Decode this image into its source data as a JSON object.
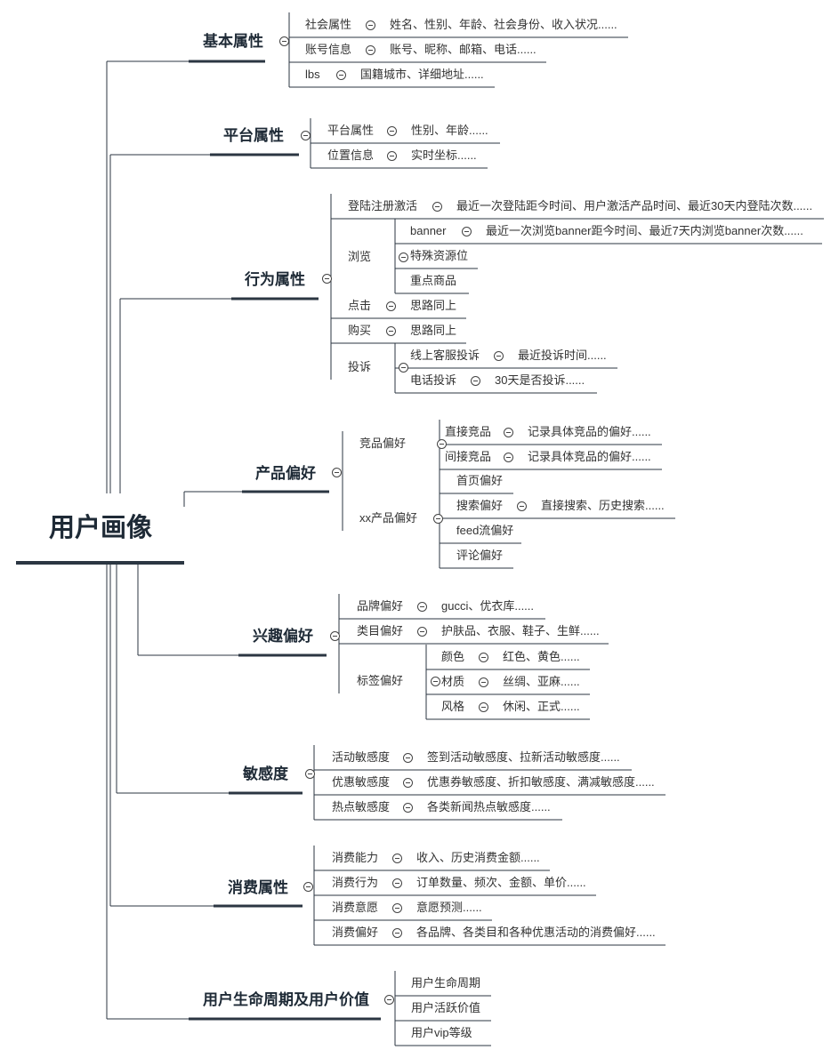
{
  "root": "用户画像",
  "categories": [
    {
      "label": "基本属性",
      "items": [
        {
          "label": "社会属性",
          "detail": "姓名、性别、年龄、社会身份、收入状况......"
        },
        {
          "label": "账号信息",
          "detail": "账号、昵称、邮箱、电话......"
        },
        {
          "label": "lbs",
          "detail": "国籍城市、详细地址......"
        }
      ]
    },
    {
      "label": "平台属性",
      "items": [
        {
          "label": "平台属性",
          "detail": "性别、年龄......"
        },
        {
          "label": "位置信息",
          "detail": "实时坐标......"
        }
      ]
    },
    {
      "label": "行为属性",
      "items": [
        {
          "label": "登陆注册激活",
          "detail": "最近一次登陆距今时间、用户激活产品时间、最近30天内登陆次数......"
        },
        {
          "label": "浏览",
          "children": [
            {
              "label": "banner",
              "detail": "最近一次浏览banner距今时间、最近7天内浏览banner次数......"
            },
            {
              "label": "特殊资源位"
            },
            {
              "label": "重点商品"
            }
          ]
        },
        {
          "label": "点击",
          "detail": "思路同上"
        },
        {
          "label": "购买",
          "detail": "思路同上"
        },
        {
          "label": "投诉",
          "children": [
            {
              "label": "线上客服投诉",
              "detail": "最近投诉时间......"
            },
            {
              "label": "电话投诉",
              "detail": "30天是否投诉......"
            }
          ]
        }
      ]
    },
    {
      "label": "产品偏好",
      "items": [
        {
          "label": "竞品偏好",
          "children": [
            {
              "label": "直接竞品",
              "detail": "记录具体竞品的偏好......"
            },
            {
              "label": "间接竞品",
              "detail": "记录具体竞品的偏好......"
            }
          ]
        },
        {
          "label": "xx产品偏好",
          "children": [
            {
              "label": "首页偏好"
            },
            {
              "label": "搜索偏好",
              "detail": "直接搜索、历史搜索......"
            },
            {
              "label": "feed流偏好"
            },
            {
              "label": "评论偏好"
            }
          ]
        }
      ]
    },
    {
      "label": "兴趣偏好",
      "items": [
        {
          "label": "品牌偏好",
          "detail": "gucci、优衣库......"
        },
        {
          "label": "类目偏好",
          "detail": "护肤品、衣服、鞋子、生鲜......"
        },
        {
          "label": "标签偏好",
          "children": [
            {
              "label": "颜色",
              "detail": "红色、黄色......"
            },
            {
              "label": "材质",
              "detail": "丝绸、亚麻......"
            },
            {
              "label": "风格",
              "detail": "休闲、正式......"
            }
          ]
        }
      ]
    },
    {
      "label": "敏感度",
      "items": [
        {
          "label": "活动敏感度",
          "detail": "签到活动敏感度、拉新活动敏感度......"
        },
        {
          "label": "优惠敏感度",
          "detail": "优惠券敏感度、折扣敏感度、满减敏感度......"
        },
        {
          "label": "热点敏感度",
          "detail": "各类新闻热点敏感度......"
        }
      ]
    },
    {
      "label": "消费属性",
      "items": [
        {
          "label": "消费能力",
          "detail": "收入、历史消费金额......"
        },
        {
          "label": "消费行为",
          "detail": "订单数量、频次、金额、单价......"
        },
        {
          "label": "消费意愿",
          "detail": "意愿预测......"
        },
        {
          "label": "消费偏好",
          "detail": "各品牌、各类目和各种优惠活动的消费偏好......"
        }
      ]
    },
    {
      "label": "用户生命周期及用户价值",
      "items": [
        {
          "label": "用户生命周期"
        },
        {
          "label": "用户活跃价值"
        },
        {
          "label": "用户vip等级"
        }
      ]
    }
  ],
  "colors": {
    "line": "#2b3642",
    "text": "#333333"
  }
}
